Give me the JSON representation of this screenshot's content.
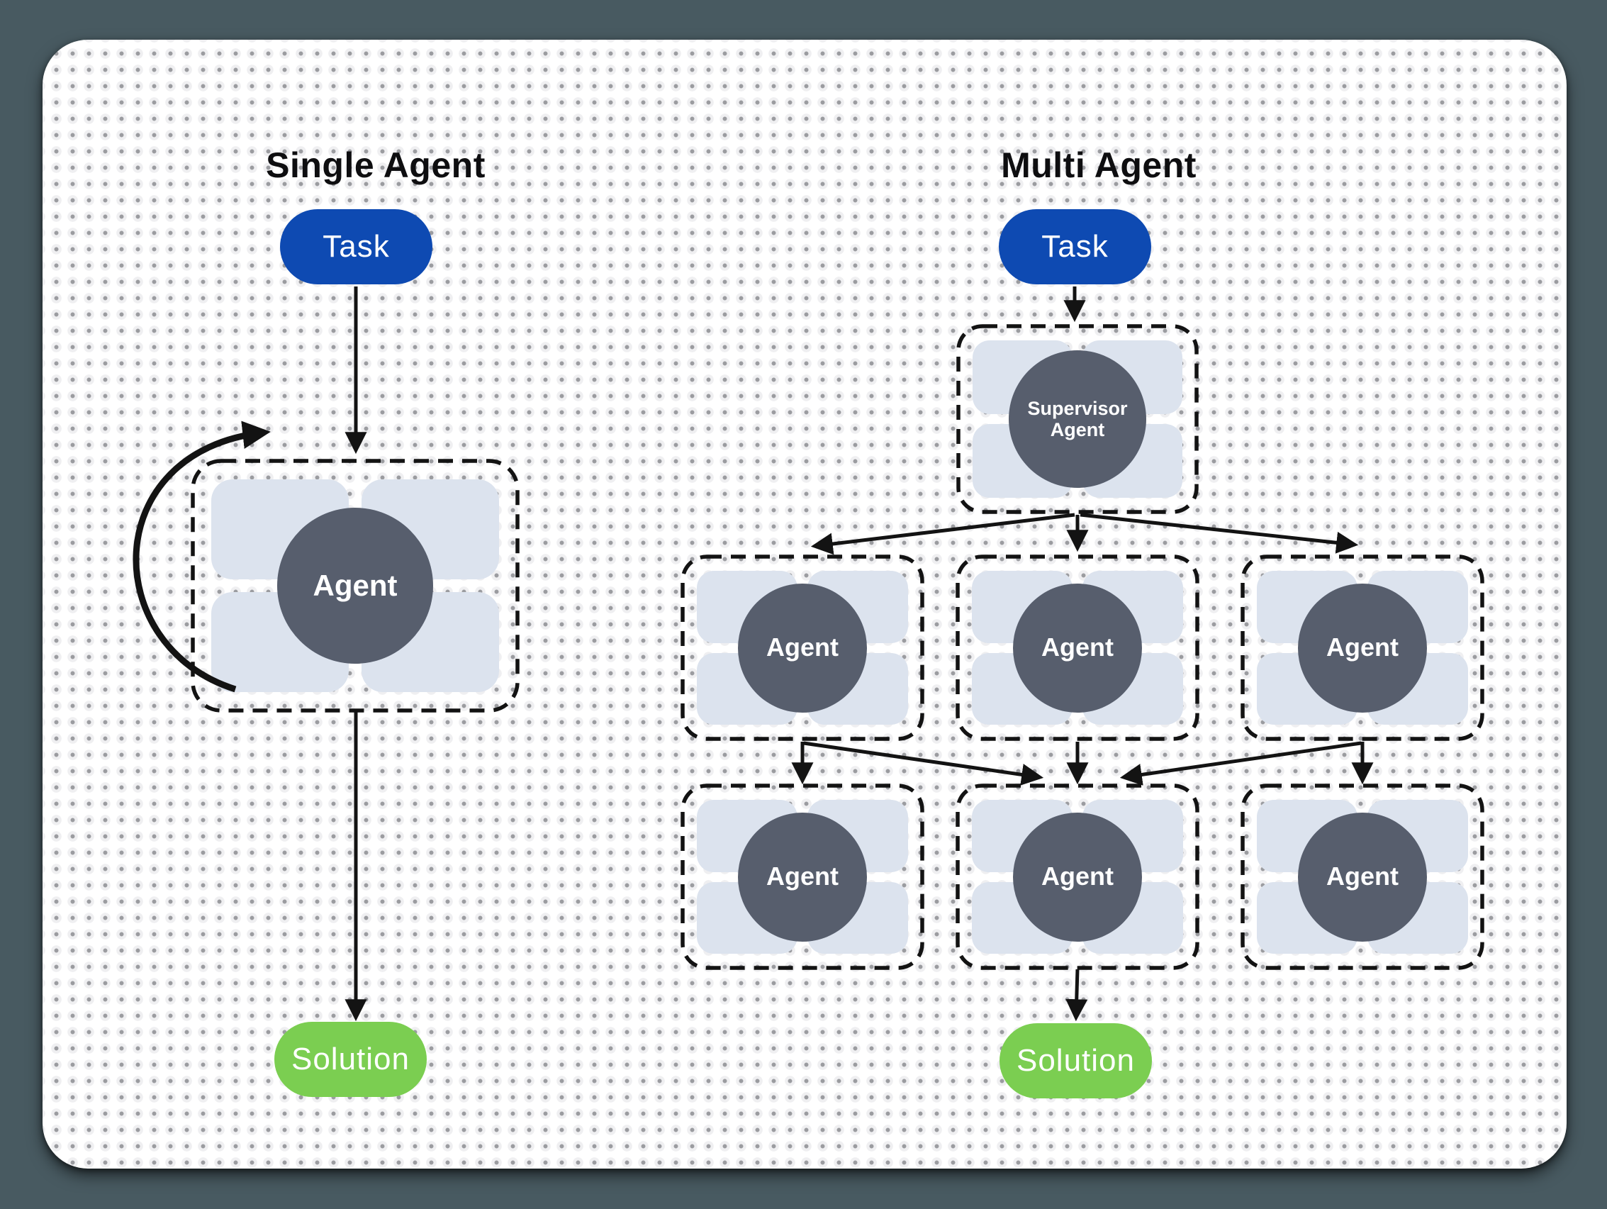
{
  "single": {
    "title": "Single Agent",
    "task_label": "Task",
    "agent_label": "Agent",
    "solution_label": "Solution"
  },
  "multi": {
    "title": "Multi Agent",
    "task_label": "Task",
    "supervisor_label": "Supervisor Agent",
    "row1_agents": [
      "Agent",
      "Agent",
      "Agent"
    ],
    "row2_agents": [
      "Agent",
      "Agent",
      "Agent"
    ],
    "solution_label": "Solution"
  },
  "colors": {
    "background": "#485A61",
    "canvas": "#FFFFFF",
    "task_fill": "#0E4AB2",
    "solution_fill": "#7BCE51",
    "agent_circle_fill": "#575E6D",
    "tool_chip_fill": "#DCE3EE",
    "line": "#131313"
  }
}
